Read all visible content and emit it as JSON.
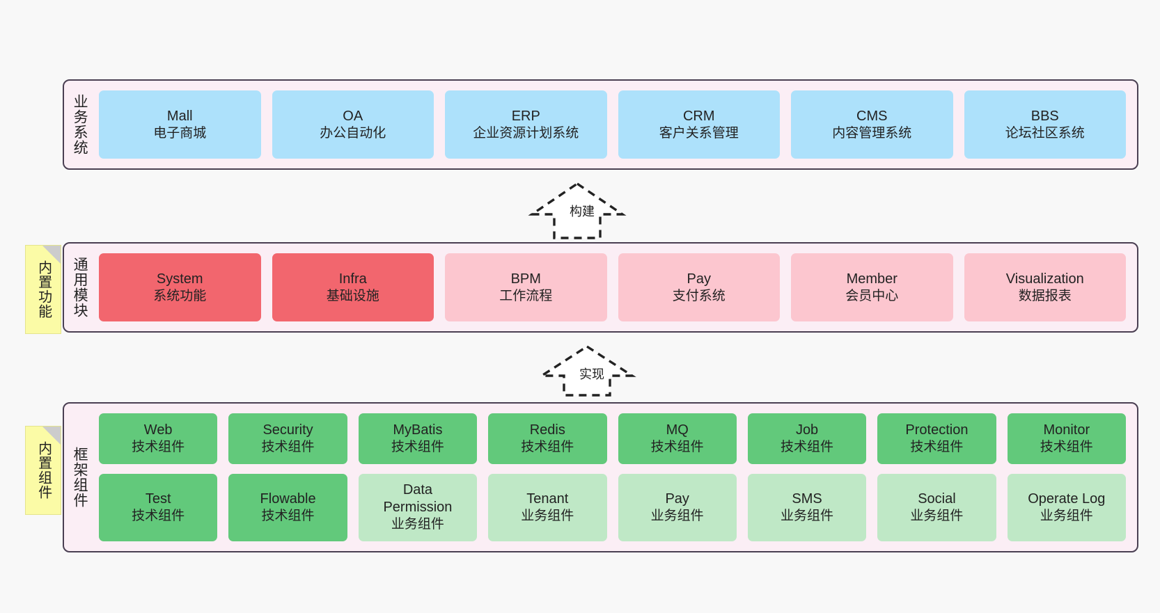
{
  "diagram": {
    "background": "#f8f8f8",
    "container_fill": "#fbeef5",
    "container_border": "#4a3f52"
  },
  "layers": [
    {
      "id": "business-systems",
      "title": "业务系统",
      "rows": [
        {
          "cells": [
            {
              "en": "Mall",
              "cn": "电子商城",
              "style": "c-blue",
              "color": "#ade1fb"
            },
            {
              "en": "OA",
              "cn": "办公自动化",
              "style": "c-blue",
              "color": "#ade1fb"
            },
            {
              "en": "ERP",
              "cn": "企业资源计划系统",
              "style": "c-blue",
              "color": "#ade1fb"
            },
            {
              "en": "CRM",
              "cn": "客户关系管理",
              "style": "c-blue",
              "color": "#ade1fb"
            },
            {
              "en": "CMS",
              "cn": "内容管理系统",
              "style": "c-blue",
              "color": "#ade1fb"
            },
            {
              "en": "BBS",
              "cn": "论坛社区系统",
              "style": "c-blue",
              "color": "#ade1fb"
            }
          ]
        }
      ]
    },
    {
      "id": "common-modules",
      "title": "通用模块",
      "note": "内置功能",
      "rows": [
        {
          "cells": [
            {
              "en": "System",
              "cn": "系统功能",
              "style": "c-red",
              "color": "#f2666e"
            },
            {
              "en": "Infra",
              "cn": "基础设施",
              "style": "c-red",
              "color": "#f2666e"
            },
            {
              "en": "BPM",
              "cn": "工作流程",
              "style": "c-pink",
              "color": "#fcc6cf"
            },
            {
              "en": "Pay",
              "cn": "支付系统",
              "style": "c-pink",
              "color": "#fcc6cf"
            },
            {
              "en": "Member",
              "cn": "会员中心",
              "style": "c-pink",
              "color": "#fcc6cf"
            },
            {
              "en": "Visualization",
              "cn": "数据报表",
              "style": "c-pink",
              "color": "#fcc6cf"
            }
          ]
        }
      ]
    },
    {
      "id": "framework-components",
      "title": "框架组件",
      "note": "内置组件",
      "rows": [
        {
          "cells": [
            {
              "en": "Web",
              "cn": "技术组件",
              "style": "c-green",
              "color": "#62c97b"
            },
            {
              "en": "Security",
              "cn": "技术组件",
              "style": "c-green",
              "color": "#62c97b"
            },
            {
              "en": "MyBatis",
              "cn": "技术组件",
              "style": "c-green",
              "color": "#62c97b"
            },
            {
              "en": "Redis",
              "cn": "技术组件",
              "style": "c-green",
              "color": "#62c97b"
            },
            {
              "en": "MQ",
              "cn": "技术组件",
              "style": "c-green",
              "color": "#62c97b"
            },
            {
              "en": "Job",
              "cn": "技术组件",
              "style": "c-green",
              "color": "#62c97b"
            },
            {
              "en": "Protection",
              "cn": "技术组件",
              "style": "c-green",
              "color": "#62c97b"
            },
            {
              "en": "Monitor",
              "cn": "技术组件",
              "style": "c-green",
              "color": "#62c97b"
            }
          ]
        },
        {
          "cells": [
            {
              "en": "Test",
              "cn": "技术组件",
              "style": "c-green",
              "color": "#62c97b"
            },
            {
              "en": "Flowable",
              "cn": "技术组件",
              "style": "c-green",
              "color": "#62c97b"
            },
            {
              "en": "Data Permission",
              "cn": "业务组件",
              "style": "c-lightgreen",
              "color": "#bfe8c6"
            },
            {
              "en": "Tenant",
              "cn": "业务组件",
              "style": "c-lightgreen",
              "color": "#bfe8c6"
            },
            {
              "en": "Pay",
              "cn": "业务组件",
              "style": "c-lightgreen",
              "color": "#bfe8c6"
            },
            {
              "en": "SMS",
              "cn": "业务组件",
              "style": "c-lightgreen",
              "color": "#bfe8c6"
            },
            {
              "en": "Social",
              "cn": "业务组件",
              "style": "c-lightgreen",
              "color": "#bfe8c6"
            },
            {
              "en": "Operate Log",
              "cn": "业务组件",
              "style": "c-lightgreen",
              "color": "#bfe8c6"
            }
          ]
        }
      ]
    }
  ],
  "connectors": [
    {
      "id": "build",
      "label": "构建",
      "from": "common-modules",
      "to": "business-systems",
      "style": "dashed-hollow-arrow"
    },
    {
      "id": "implement",
      "label": "实现",
      "from": "framework-components",
      "to": "common-modules",
      "style": "dashed-hollow-arrow"
    }
  ]
}
